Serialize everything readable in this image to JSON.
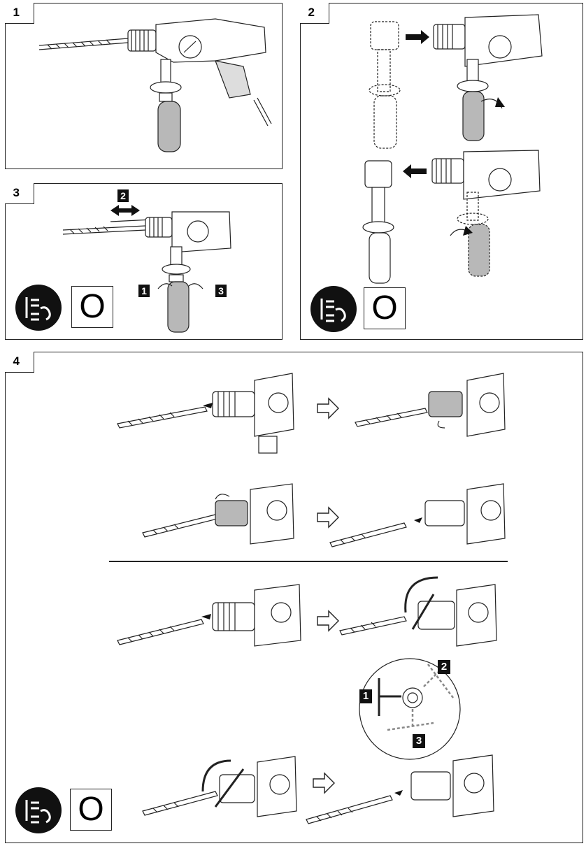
{
  "figures": {
    "fig1": {
      "label": "1"
    },
    "fig2": {
      "label": "2"
    },
    "fig3": {
      "label": "3",
      "step_a": "2",
      "step_b": "1",
      "step_c": "3",
      "zero": "O"
    },
    "fig4": {
      "label": "4",
      "step_1": "1",
      "step_2": "2",
      "step_3": "3",
      "zero": "O"
    }
  },
  "fig2_zero": "O",
  "icons": {
    "unplug": "unplug-icon",
    "arrow": "outline-arrow-icon",
    "rotate": "rotate-arrow-icon"
  },
  "colors": {
    "line": "#222222",
    "gray": "#b8b8b8",
    "dark": "#111111"
  }
}
